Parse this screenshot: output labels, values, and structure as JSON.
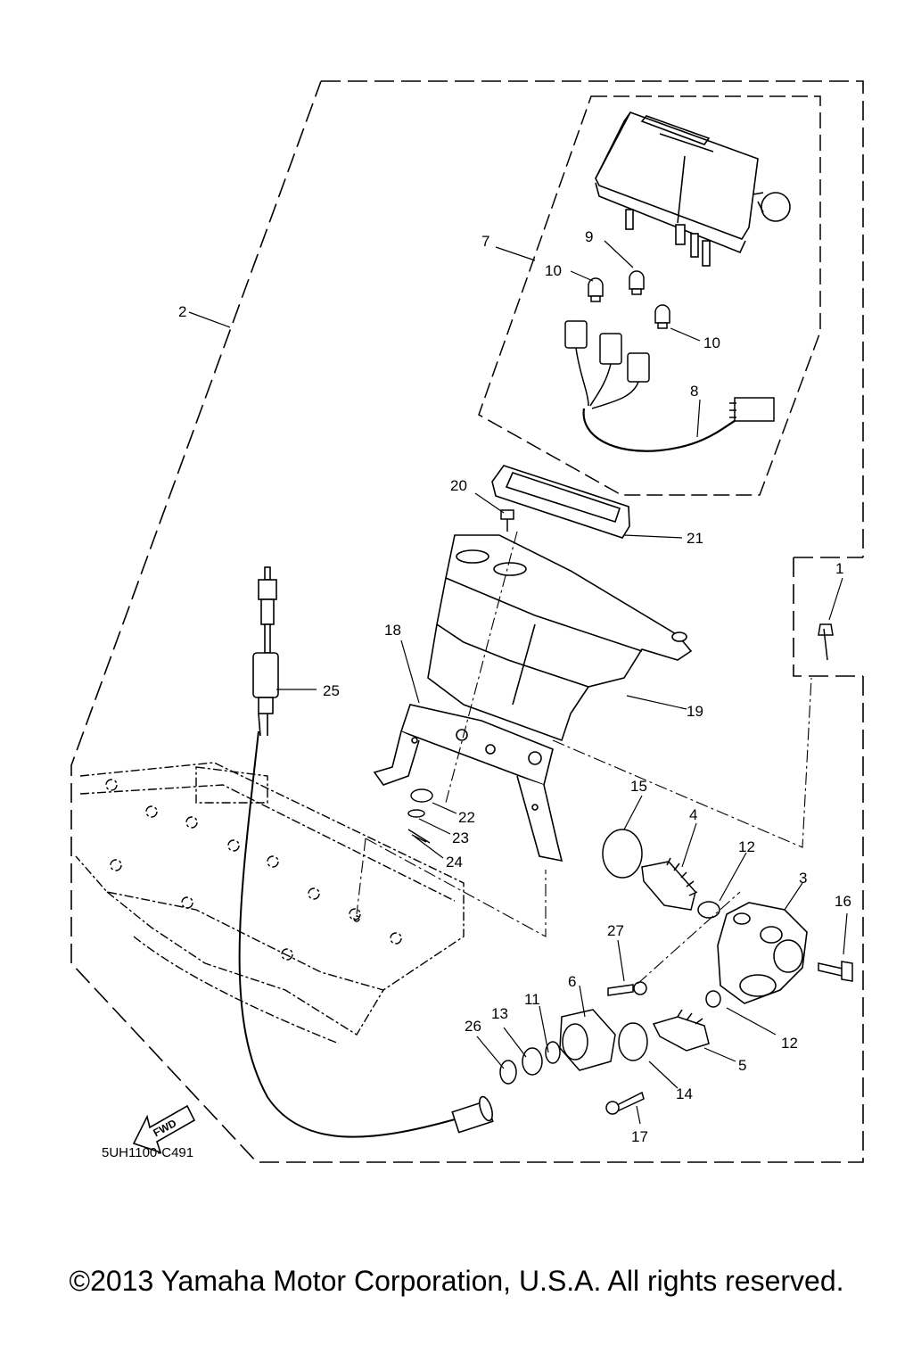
{
  "diagram": {
    "code": "5UH1100-C491",
    "fwd_label": "FWD",
    "copyright": "©2013 Yamaha Motor Corporation, U.S.A. All rights reserved."
  },
  "callouts": {
    "c1": "1",
    "c2": "2",
    "c3": "3",
    "c4": "4",
    "c5": "5",
    "c6": "6",
    "c7": "7",
    "c8": "8",
    "c9": "9",
    "c10a": "10",
    "c10b": "10",
    "c11": "11",
    "c12a": "12",
    "c12b": "12",
    "c13": "13",
    "c14": "14",
    "c15": "15",
    "c16": "16",
    "c17": "17",
    "c18": "18",
    "c19": "19",
    "c20": "20",
    "c21": "21",
    "c22": "22",
    "c23": "23",
    "c24": "24",
    "c25": "25",
    "c26": "26",
    "c27": "27"
  },
  "colors": {
    "line": "#000000",
    "background": "#ffffff"
  }
}
